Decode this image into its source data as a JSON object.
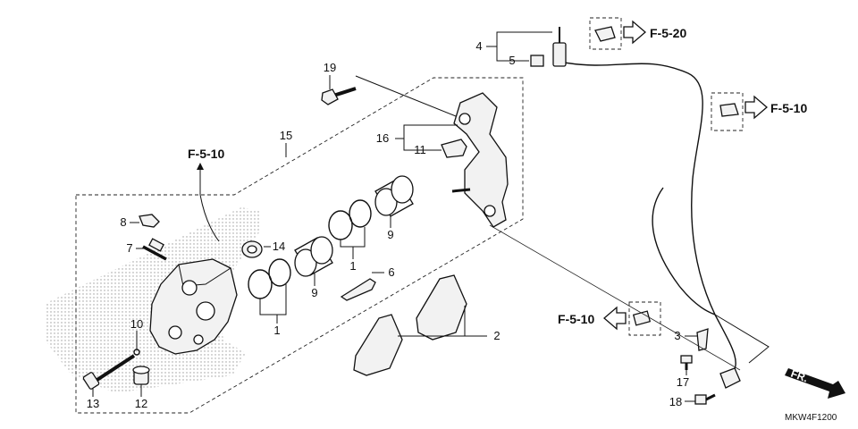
{
  "diagram": {
    "code": "MKW4F1200",
    "direction_label": "FR.",
    "callout_labels": [
      "1",
      "1",
      "2",
      "3",
      "4",
      "5",
      "6",
      "7",
      "8",
      "9",
      "9",
      "10",
      "11",
      "12",
      "13",
      "14",
      "15",
      "16",
      "17",
      "18",
      "19"
    ],
    "references": [
      "F-5-20",
      "F-5-10",
      "F-5-10",
      "F-5-10"
    ]
  }
}
